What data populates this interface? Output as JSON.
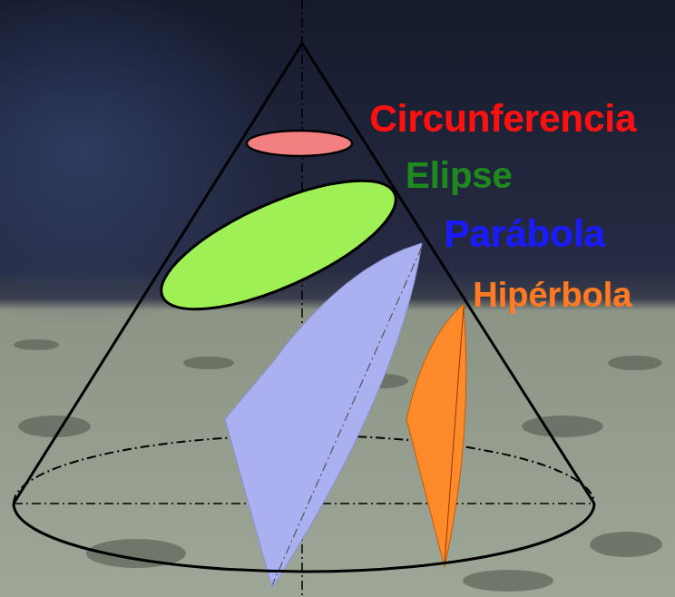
{
  "diagram": {
    "labels": [
      "Circunferencia",
      "Elipse",
      "Parábola",
      "Hipérbola"
    ]
  }
}
